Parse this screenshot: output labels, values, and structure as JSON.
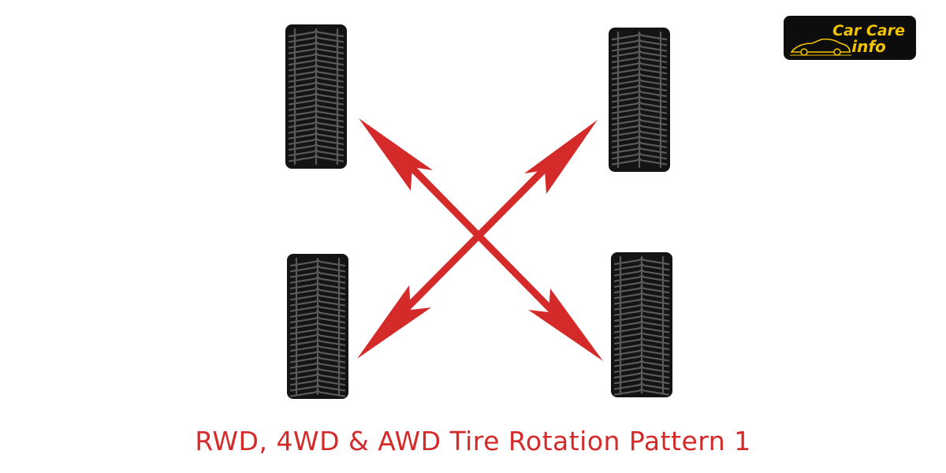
{
  "logo": {
    "line1": "Car Care",
    "line2": "info",
    "text_color": "#f5c400",
    "background": "#0d0d0d"
  },
  "caption": "RWD, 4WD & AWD Tire Rotation Pattern 1",
  "colors": {
    "arrow": "#d42a2a",
    "tire": "#141414",
    "caption": "#d42a2a"
  },
  "icons": {
    "tires": [
      "tire-front-left-icon",
      "tire-front-right-icon",
      "tire-rear-left-icon",
      "tire-rear-right-icon"
    ],
    "arrows": [
      "diagonal-double-arrow-icon",
      "diagonal-double-arrow-icon"
    ],
    "logo_car": "car-silhouette-icon"
  }
}
